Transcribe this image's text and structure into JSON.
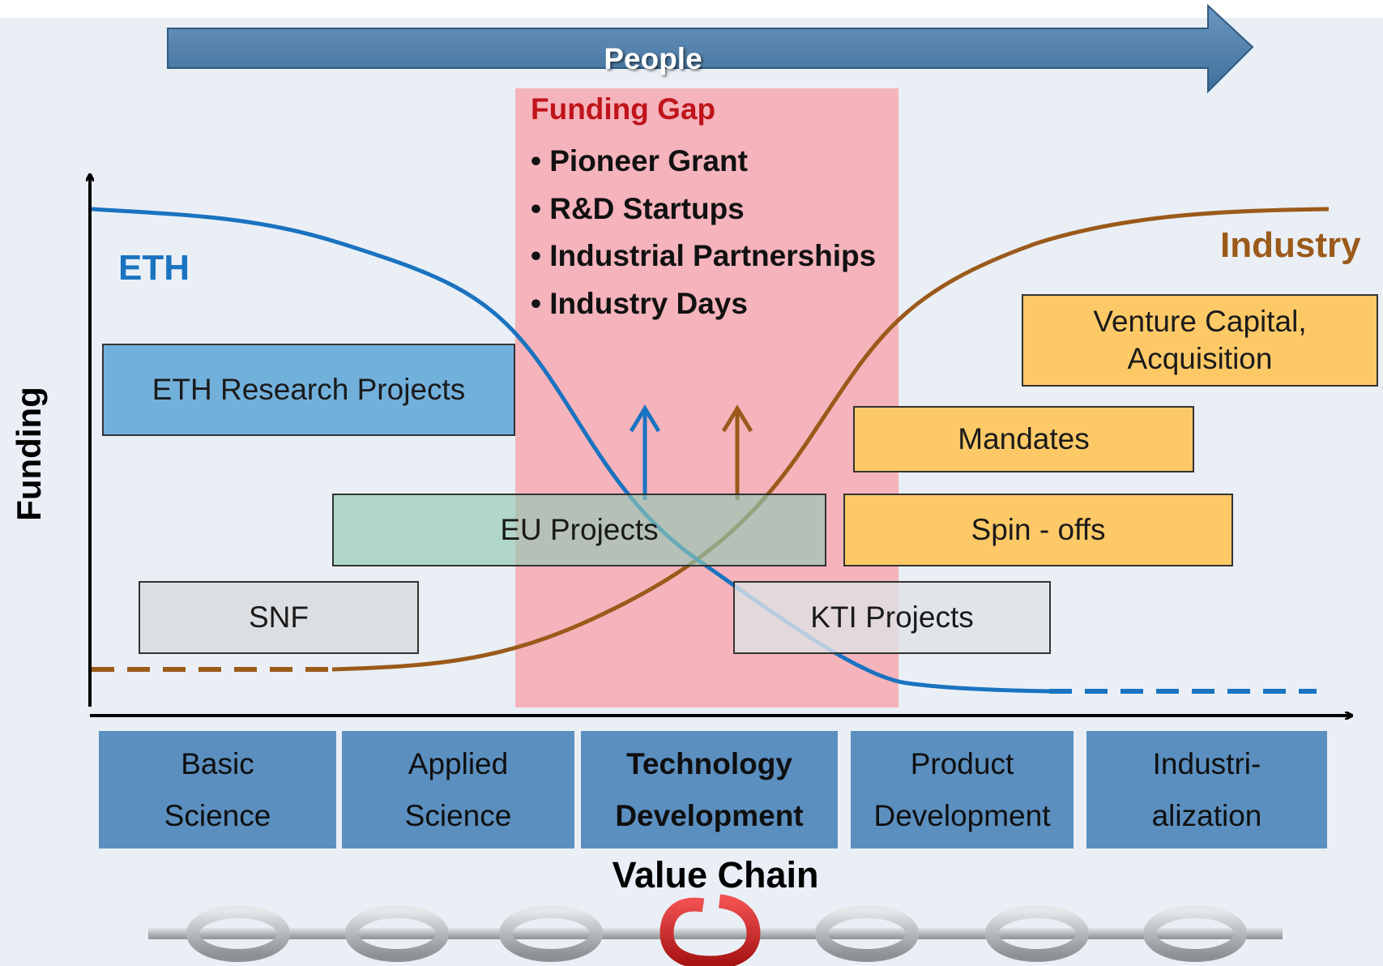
{
  "people": "People",
  "funding_gap": {
    "title": "Funding Gap",
    "items": [
      "Pioneer Grant",
      "R&D Startups",
      "Industrial Partnerships",
      "Industry Days"
    ]
  },
  "eth_label": "ETH",
  "industry_label": "Industry",
  "y_axis_label": "Funding",
  "boxes": {
    "eth_research": "ETH Research Projects",
    "eu": "EU Projects",
    "snf": "SNF",
    "kti": "KTI Projects",
    "venture": [
      "Venture Capital,",
      "Acquisition"
    ],
    "mandates": "Mandates",
    "spinoffs": "Spin - offs"
  },
  "stages": [
    {
      "line1": "Basic",
      "line2": "Science",
      "bold": false
    },
    {
      "line1": "Applied",
      "line2": "Science",
      "bold": false
    },
    {
      "line1": "Technology",
      "line2": "Development",
      "bold": true
    },
    {
      "line1": "Product",
      "line2": "Development",
      "bold": false
    },
    {
      "line1": "Industri-",
      "line2": "alization",
      "bold": false
    }
  ],
  "value_chain": "Value Chain",
  "colors": {
    "background": "#eaeff6",
    "people_arrow": "#4f7ea8",
    "funding_gap_fill": "#f5b3bb",
    "funding_gap_text": "#c0141b",
    "eth": "#1a73c0",
    "industry": "#9b5a1a",
    "stage_fill": "#5b8fbf",
    "orange_boxes": "#fdc967",
    "broken_link": "#d42020",
    "chain": "#c4c8cc"
  }
}
